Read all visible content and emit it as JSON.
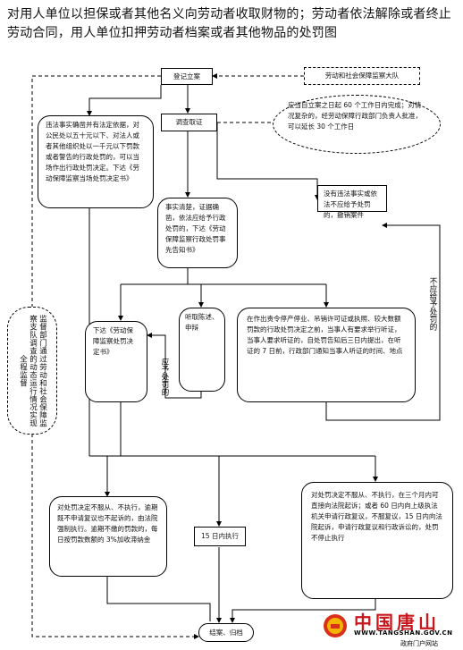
{
  "title": "对用人单位以担保或者其他名义向劳动者收取财物的；劳动者依法解除或者终止劳动合同，用人单位扣押劳动者档案或者其他物品的处罚图",
  "nodes": {
    "register": "登记立案",
    "supervision": "劳动和社会保障监察大队",
    "time_limit": "应当自立案之日起 60 个工作日内完成；对情况复杂的，经劳动保障行政部门负责人批准，可以延长 30 个工作日",
    "illegal_penalty": "违法事实确凿并有法定依据，对公民处以五十元以下、对法人或者其他组织处以一千元以下罚款或者警告的行政处罚的，可以当场作出行政处罚决定。下达《劳动保障监察当场处罚决定书》",
    "investigate": "调查取证",
    "no_violation": "没有违法事实或依法不应给予处罚的，撤销案件",
    "facts_clear": "事实清楚，证据确凿，依法应给予行政处罚的，下达《劳动保障监察行政处罚事先告知书》",
    "issue_decision": "下达《劳动保障监察处罚决定书》",
    "statement": "听取陈述、申辩",
    "hearing": "在作出责令停产停业、吊销许可证或执照、较大数额罚款的行政处罚决定之前，当事人有要求举行听证，当事人要求听证的，自处罚告知后三日内提出，在听证的 7 日前，行政部门通知当事人听证的时间、地点",
    "left_side": "监督部门通过劳动和社会保障监察支队调查的动态运行情况实现全程监督",
    "penalty_label": "应予处罚的",
    "no_penalty_label": "不应给予处罚的",
    "enforce_left": "对处罚决定不服从、不执行，逾期既不申请复议也不起诉的，由法院强制执行。逾期不缴的罚款的，每日按罚款数额的 3%加收滞纳金",
    "within_15": "15 日内执行",
    "enforce_right": "对处罚决定不服从、不执行，在三个月内可直接向法院起诉；或者 60 日内向上级执法机关申请行政复议，不服复议，15 日内向法院起诉，申请行政复议和行政诉讼的，处罚不停止执行",
    "close": "结案、归档"
  },
  "logo": {
    "name": "中国唐山",
    "url_text": "WWW.TANGSHAN.GOV.CN",
    "sub": "政府门户网站",
    "color": "#c8161d"
  }
}
